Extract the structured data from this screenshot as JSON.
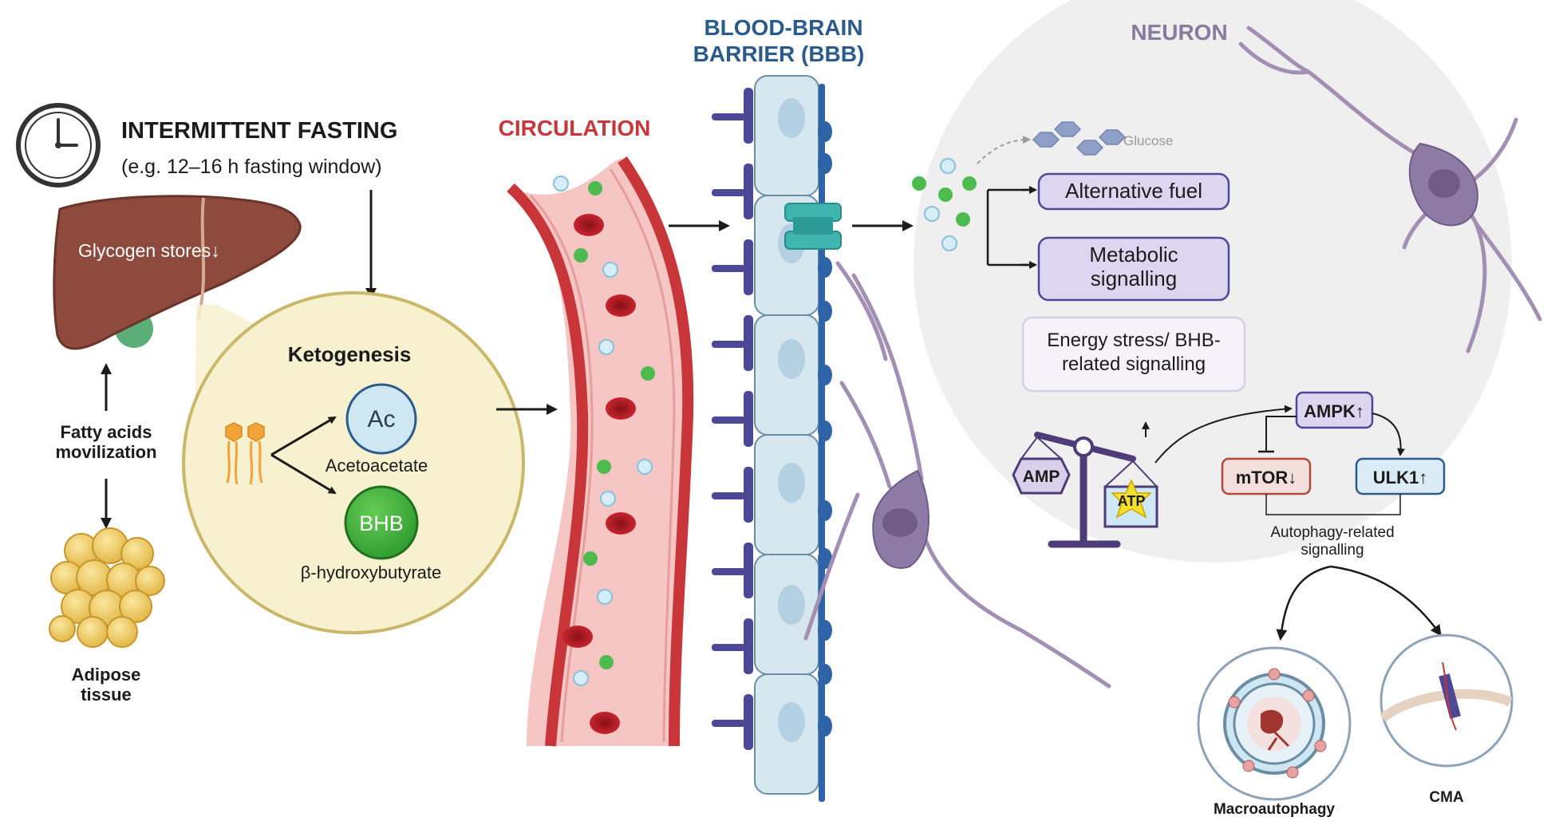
{
  "fasting": {
    "title": "INTERMITTENT FASTING",
    "subtitle": "(e.g. 12–16 h fasting window)",
    "icon": "clock-icon"
  },
  "liver": {
    "label": "Glycogen stores↓"
  },
  "fatty_acids": {
    "line1": "Fatty acids",
    "line2": "movilization"
  },
  "adipose": {
    "line1": "Adipose",
    "line2": "tissue"
  },
  "ketogenesis": {
    "title": "Ketogenesis",
    "ac_symbol": "Ac",
    "ac_name": "Acetoacetate",
    "bhb_symbol": "BHB",
    "bhb_name": "β-hydroxybutyrate"
  },
  "circulation": {
    "label": "CIRCULATION"
  },
  "bbb": {
    "line1": "BLOOD-BRAIN",
    "line2": "BARRIER (BBB)"
  },
  "neuron": {
    "label": "NEURON",
    "glucose_label": "Glucose",
    "alt_fuel": "Alternative fuel",
    "metabolic_line1": "Metabolic",
    "metabolic_line2": "signalling",
    "stress_line1": "Energy stress/ BHB-",
    "stress_line2": "related signalling",
    "amp": "AMP",
    "atp": "ATP",
    "ampk": "AMPK↑",
    "mtor": "mTOR↓",
    "ulk1": "ULK1↑",
    "autophagy_line1": "Autophagy-related",
    "autophagy_line2": "signalling",
    "macro": "Macroautophagy",
    "cma": "CMA"
  },
  "colors": {
    "circulation": "#c8363a",
    "bbb": "#2a5b8c",
    "neuron": "#8a7a9e",
    "bhb": "#3ba83b",
    "acetoacetate": "#cfe7f2",
    "liver": "#8e4a3c",
    "neuron_box": "#dcd6f0"
  }
}
